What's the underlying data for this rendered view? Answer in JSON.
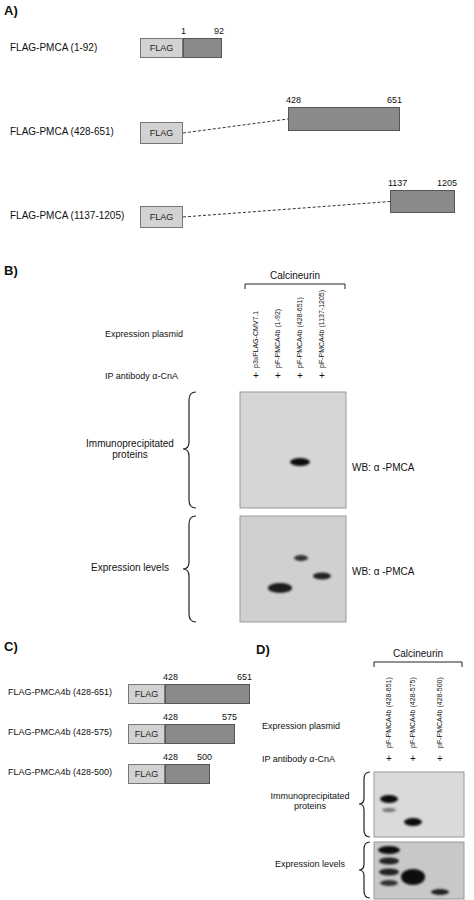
{
  "diagram": {
    "nodes": [
      {
        "text": [
          "FLAG"
        ]
      },
      {
        "text": [
          "1",
          "92"
        ]
      },
      {
        "text": [
          "FLAG"
        ]
      },
      {
        "text": [
          "428",
          "651"
        ]
      },
      {
        "text": [
          "FLAG"
        ]
      },
      {
        "text": [
          "1137",
          "1205"
        ]
      },
      {
        "text": [
          "FLAG"
        ]
      },
      {
        "text": [
          "428",
          "651"
        ]
      },
      {
        "text": [
          "FLAG"
        ]
      },
      {
        "text": [
          "428",
          "575"
        ]
      },
      {
        "text": [
          "FLAG"
        ]
      },
      {
        "text": [
          "428",
          "500"
        ]
      }
    ],
    "edges": [
      {
        "from": 2,
        "to": 3,
        "arrow": "none"
      },
      {
        "from": 4,
        "to": 5,
        "arrow": "none"
      }
    ],
    "labels": [
      "A)",
      "FLAG-PMCA (1-92)",
      "FLAG-PMCA (428-651)",
      "FLAG-PMCA (1137-1205)",
      "B)",
      "Calcineurin",
      "Expression plasmid",
      "p3xFLAG-CMV7.1",
      "pF-PMCA4b (1-92)",
      "pF-PMCA4b (428-651)",
      "pF-PMCA4b (1137-1205)",
      "IP antibody α-CnA",
      "+",
      "+",
      "+",
      "+",
      "Immunoprecipitated proteins",
      "WB: α -PMCA",
      "Expression levels",
      "WB: α -PMCA",
      "C)",
      "FLAG-PMCA4b (428-651)",
      "FLAG-PMCA4b (428-575)",
      "FLAG-PMCA4b (428-500)",
      "D)",
      "Calcineurin",
      "Expression plasmid",
      "pF-PMCA4b (428-651)",
      "pF-PMCA4b (428-575)",
      "pF-PMCA4b (428-500)",
      "IP antibody α-CnA",
      "+",
      "+",
      "+",
      "Immunoprecipitated proteins",
      "Expression levels"
    ]
  }
}
